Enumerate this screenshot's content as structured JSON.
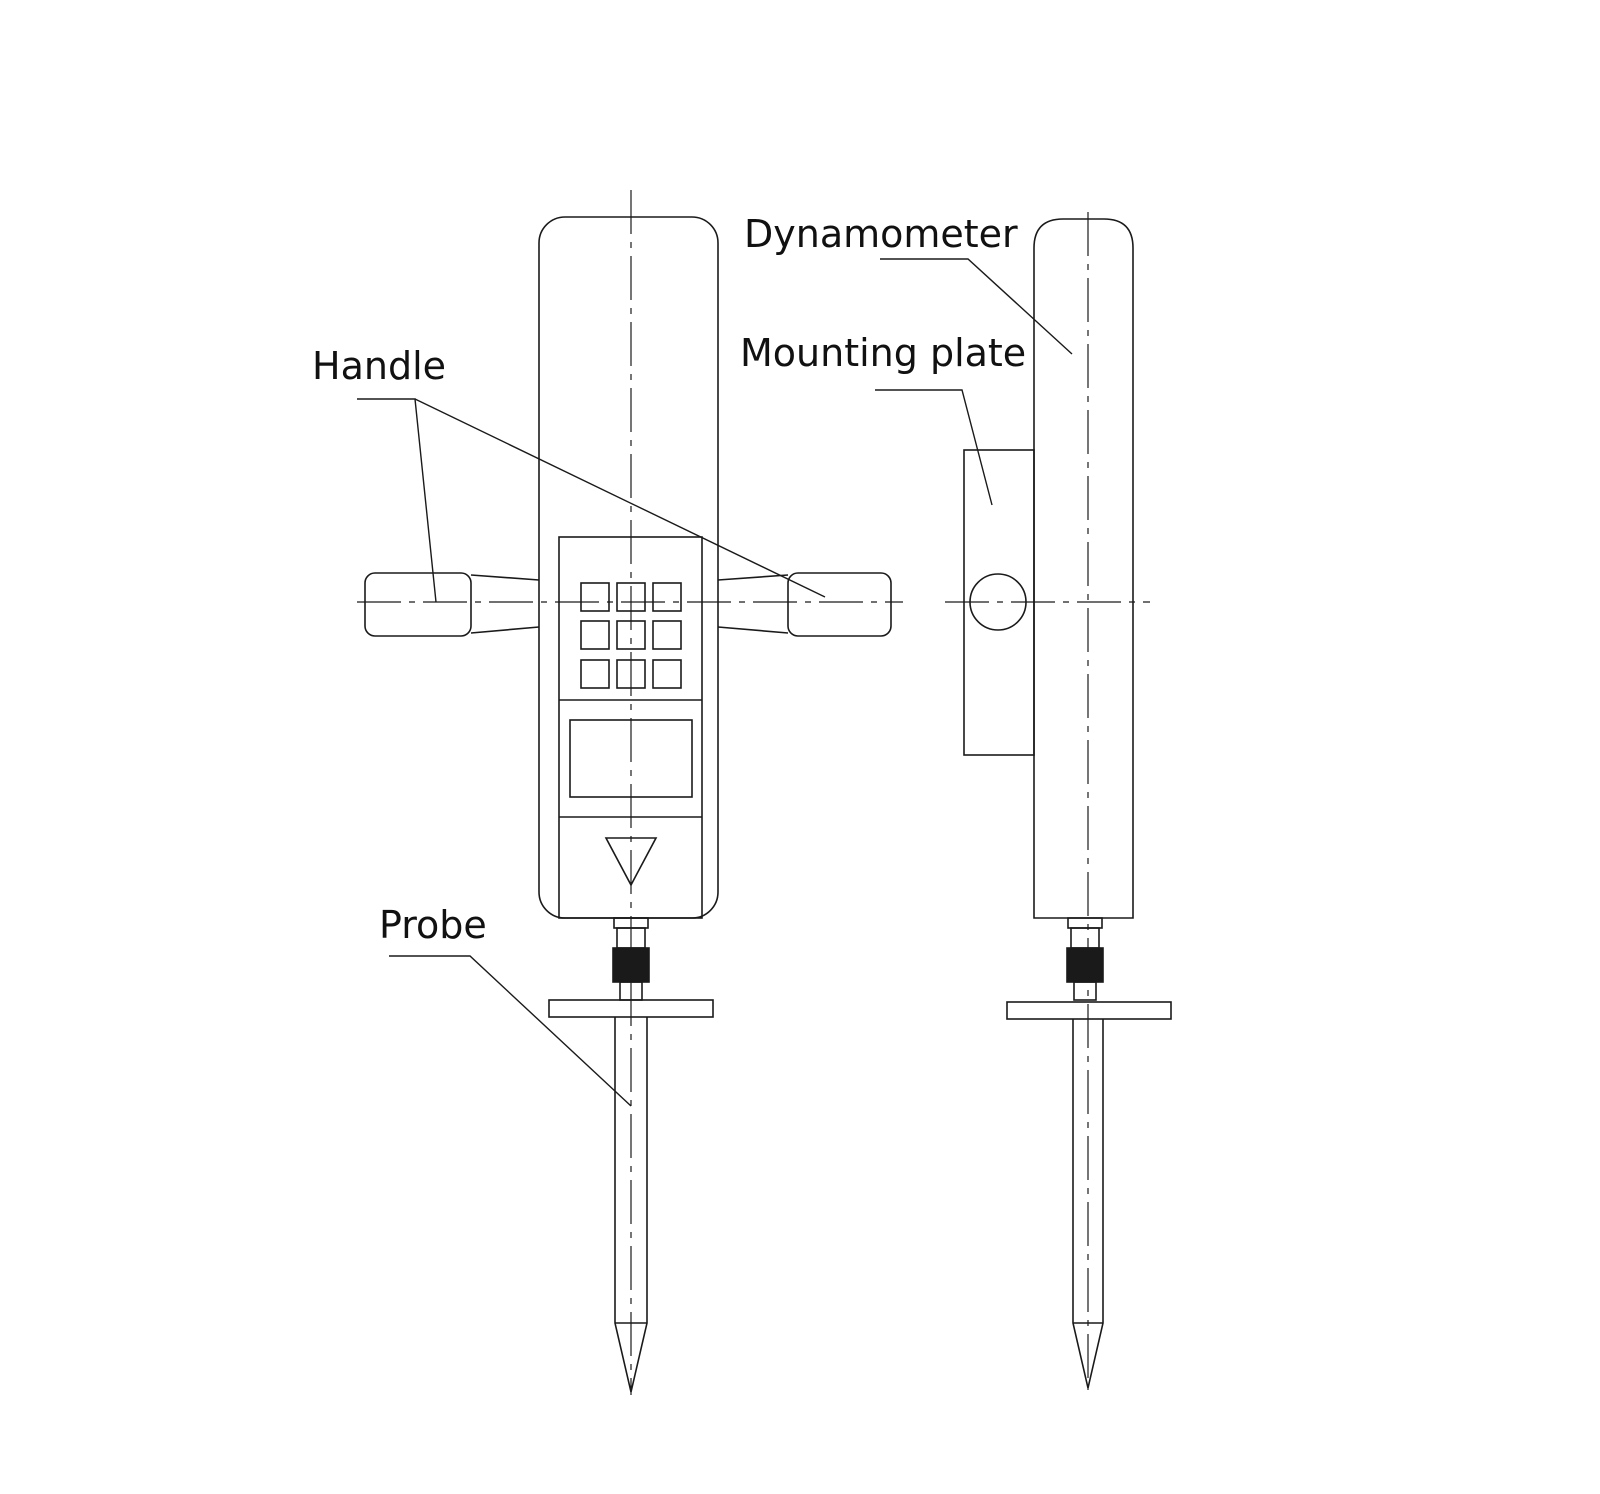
{
  "labels": {
    "dynamometer": "Dynamometer",
    "mounting_plate": "Mounting plate",
    "handle": "Handle",
    "probe": "Probe"
  },
  "colors": {
    "line": "#1a1a1a",
    "background": "#ffffff"
  }
}
